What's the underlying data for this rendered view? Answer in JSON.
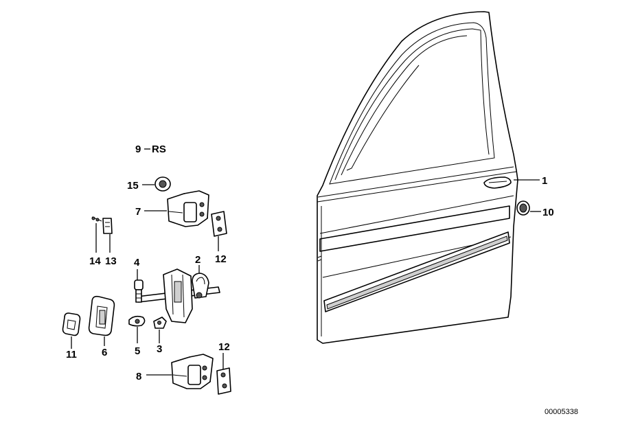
{
  "diagram": {
    "callouts": {
      "p1": "1",
      "p2": "2",
      "p3": "3",
      "p4": "4",
      "p5": "5",
      "p6": "6",
      "p7": "7",
      "p8": "8",
      "p9": "9",
      "p9_suffix": "RS",
      "p10": "10",
      "p11": "11",
      "p12_upper": "12",
      "p12_lower": "12",
      "p13": "13",
      "p14": "14",
      "p15": "15"
    },
    "drawing_number": "00005338"
  }
}
